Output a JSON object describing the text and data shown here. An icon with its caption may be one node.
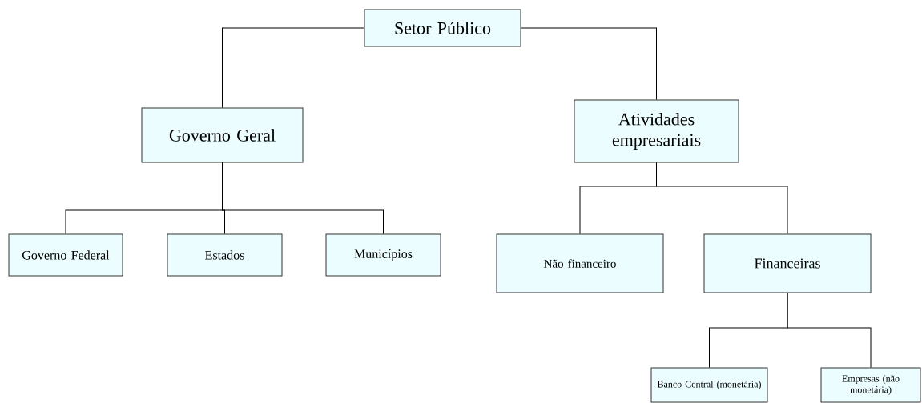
{
  "diagram": {
    "nodes": [
      {
        "text": [
          "Setor Público"
        ]
      },
      {
        "text": [
          "Governo Geral"
        ]
      },
      {
        "text": [
          "Atividades empresariais"
        ]
      },
      {
        "text": [
          "Governo Federal"
        ]
      },
      {
        "text": [
          "Estados"
        ]
      },
      {
        "text": [
          "Municípios"
        ]
      },
      {
        "text": [
          "Não financeiro"
        ]
      },
      {
        "text": [
          "Financeiras"
        ]
      },
      {
        "text": [
          "Banco Central (monetária)"
        ]
      },
      {
        "text": [
          "Empresas (não monetária)"
        ]
      }
    ],
    "edges": [
      {
        "from": 0,
        "to": 1,
        "arrow": "none"
      },
      {
        "from": 0,
        "to": 2,
        "arrow": "none"
      },
      {
        "from": 1,
        "to": 3,
        "arrow": "none"
      },
      {
        "from": 1,
        "to": 4,
        "arrow": "none"
      },
      {
        "from": 1,
        "to": 5,
        "arrow": "none"
      },
      {
        "from": 2,
        "to": 6,
        "arrow": "none"
      },
      {
        "from": 2,
        "to": 7,
        "arrow": "none"
      },
      {
        "from": 7,
        "to": 8,
        "arrow": "none"
      },
      {
        "from": 7,
        "to": 9,
        "arrow": "none"
      }
    ]
  }
}
